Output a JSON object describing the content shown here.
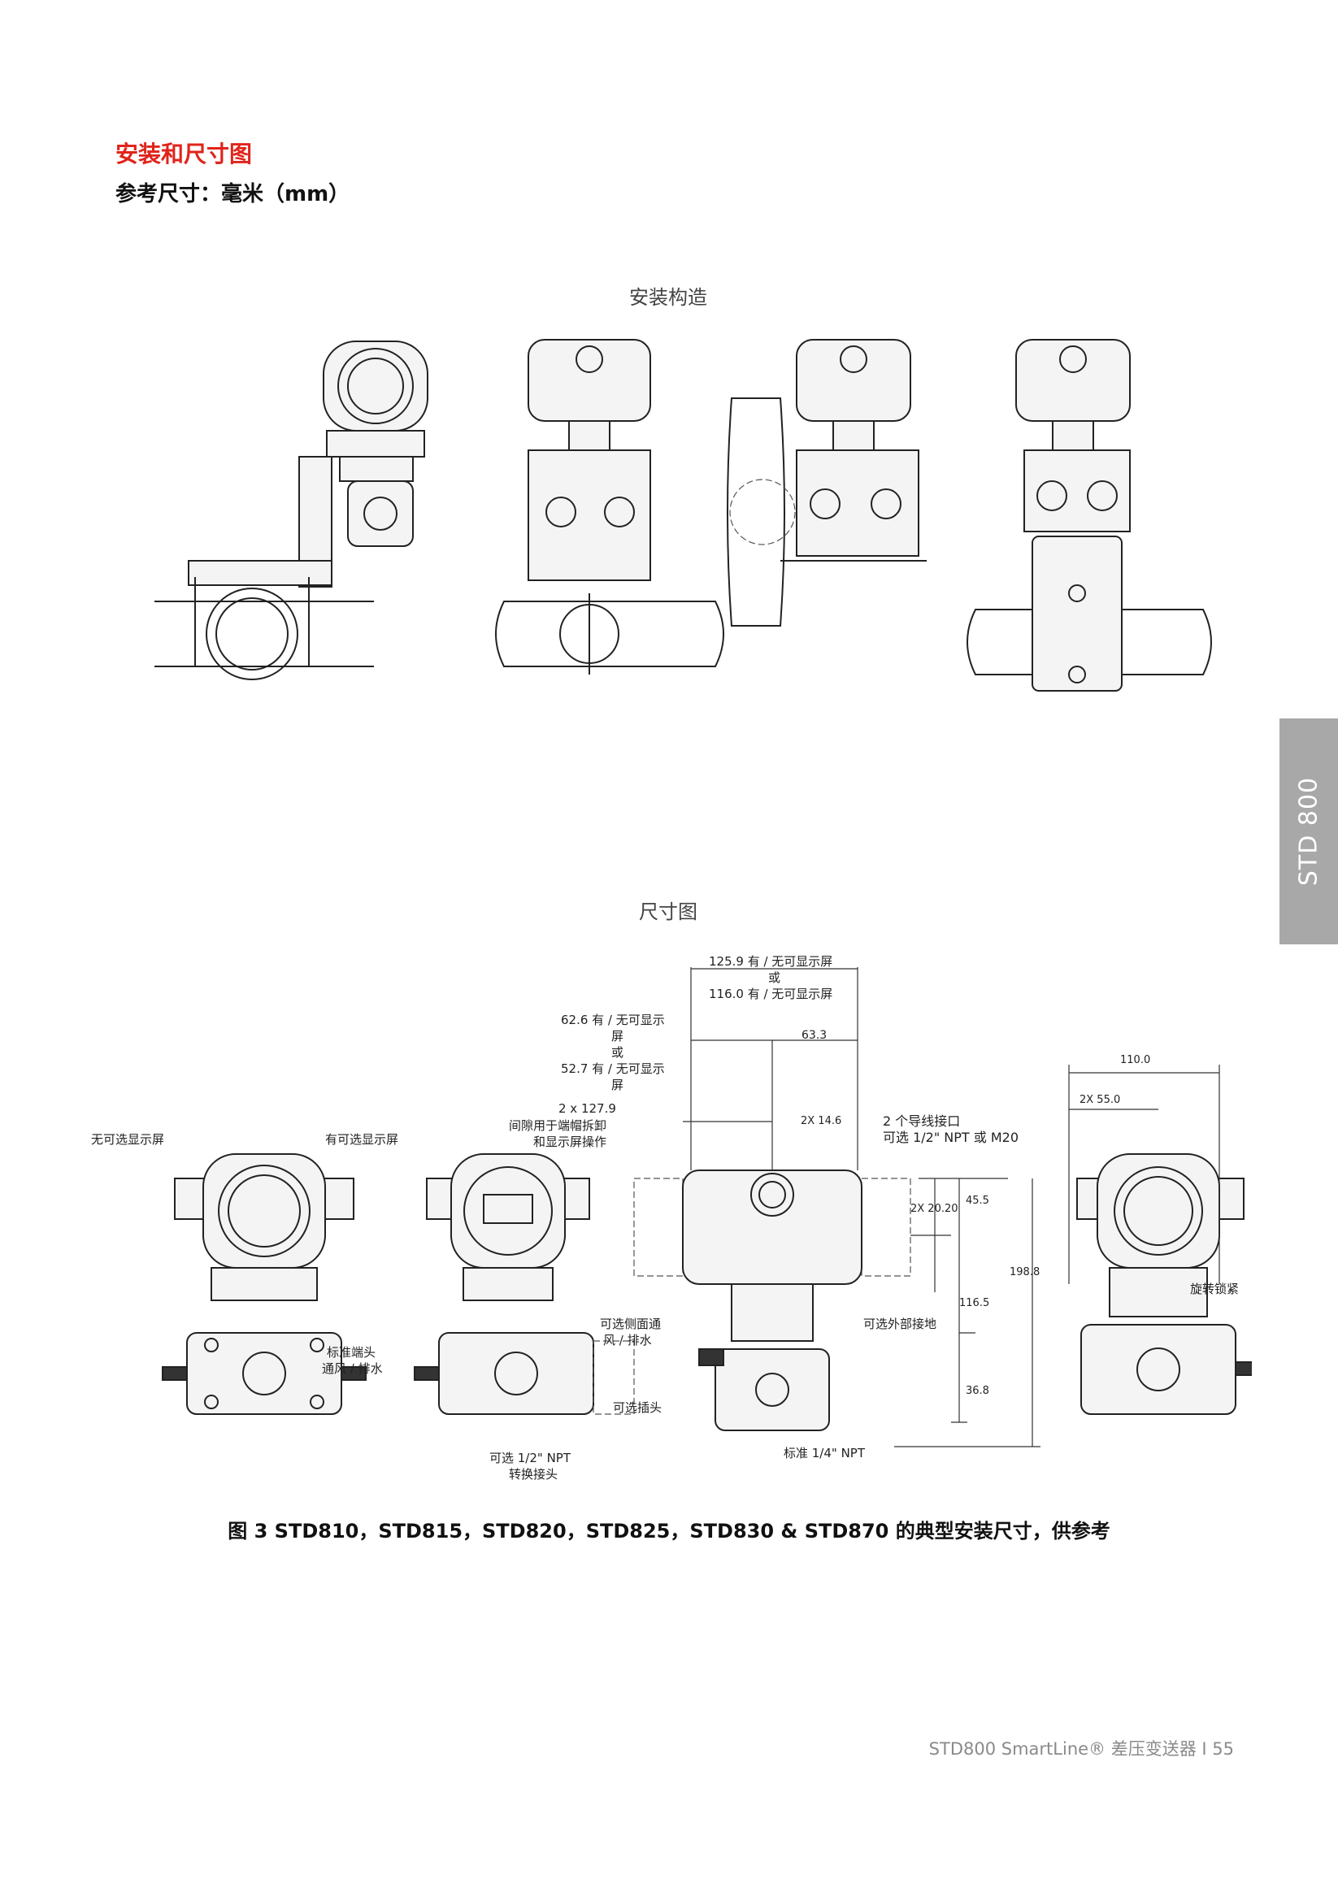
{
  "header": {
    "title": "安装和尺寸图",
    "subtitle": "参考尺寸：毫米（mm）"
  },
  "sections": {
    "mounting": "安装构造",
    "dimension": "尺寸图"
  },
  "side_tab": {
    "label": "STD 800"
  },
  "annotations": {
    "no_display": "无可选显示屏",
    "with_display": "有可选显示屏",
    "d1259_a": "125.9 有 / 无可显示屏",
    "d1259_b": "或",
    "d1259_c": "116.0 有 / 无可显示屏",
    "d626_a": "62.6 有 / 无可显示",
    "d626_b": "屏",
    "d626_c": "或",
    "d626_d": "52.7 有 / 无可显示",
    "d626_e": "屏",
    "d633": "63.3",
    "d1279_a": "2 x 127.9",
    "d1279_b": "间隙用于端帽拆卸",
    "d1279_c": "和显示屏操作",
    "d146": "2X 14.6",
    "conduit_a": "2 个导线接口",
    "conduit_b": "可选 1/2\" NPT 或 M20",
    "d110": "110.0",
    "d55": "2X 55.0",
    "d2020": "2X 20.20",
    "d455": "45.5",
    "d1988": "198.8",
    "d1165": "116.5",
    "d368": "36.8",
    "side_vent_a": "可选侧面通",
    "side_vent_b": "风 / 排水",
    "ext_ground": "可选外部接地",
    "std_plug_a": "标准端头",
    "std_plug_b": "通风 / 排水",
    "opt_plug": "可选插头",
    "npt_half_a": "可选 1/2\" NPT",
    "npt_half_b": "转换接头",
    "npt_quarter": "标准 1/4\" NPT",
    "rotation_lock": "旋转锁紧"
  },
  "caption": "图 3 STD810，STD815，STD820，STD825，STD830 & STD870 的典型安装尺寸，供参考",
  "footer": "STD800 SmartLine® 差压变送器 I 55"
}
